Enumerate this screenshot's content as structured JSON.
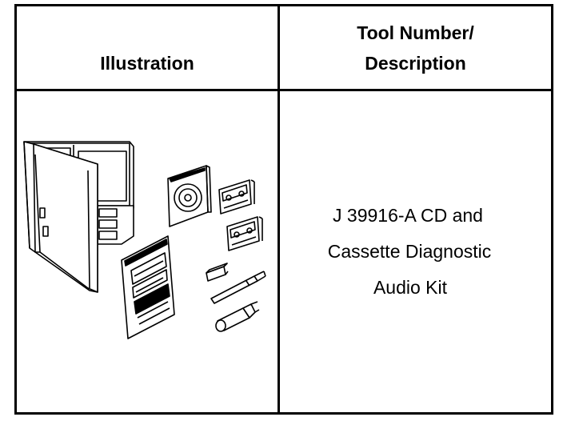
{
  "table": {
    "header": {
      "col1": "Illustration",
      "col2_line1": "Tool Number/",
      "col2_line2": "Description"
    },
    "rows": [
      {
        "illustration_icon": "diagnostic-audio-kit-illustration",
        "description_lines": [
          "J 39916-A CD and",
          "Cassette Diagnostic",
          "Audio Kit"
        ]
      }
    ]
  }
}
